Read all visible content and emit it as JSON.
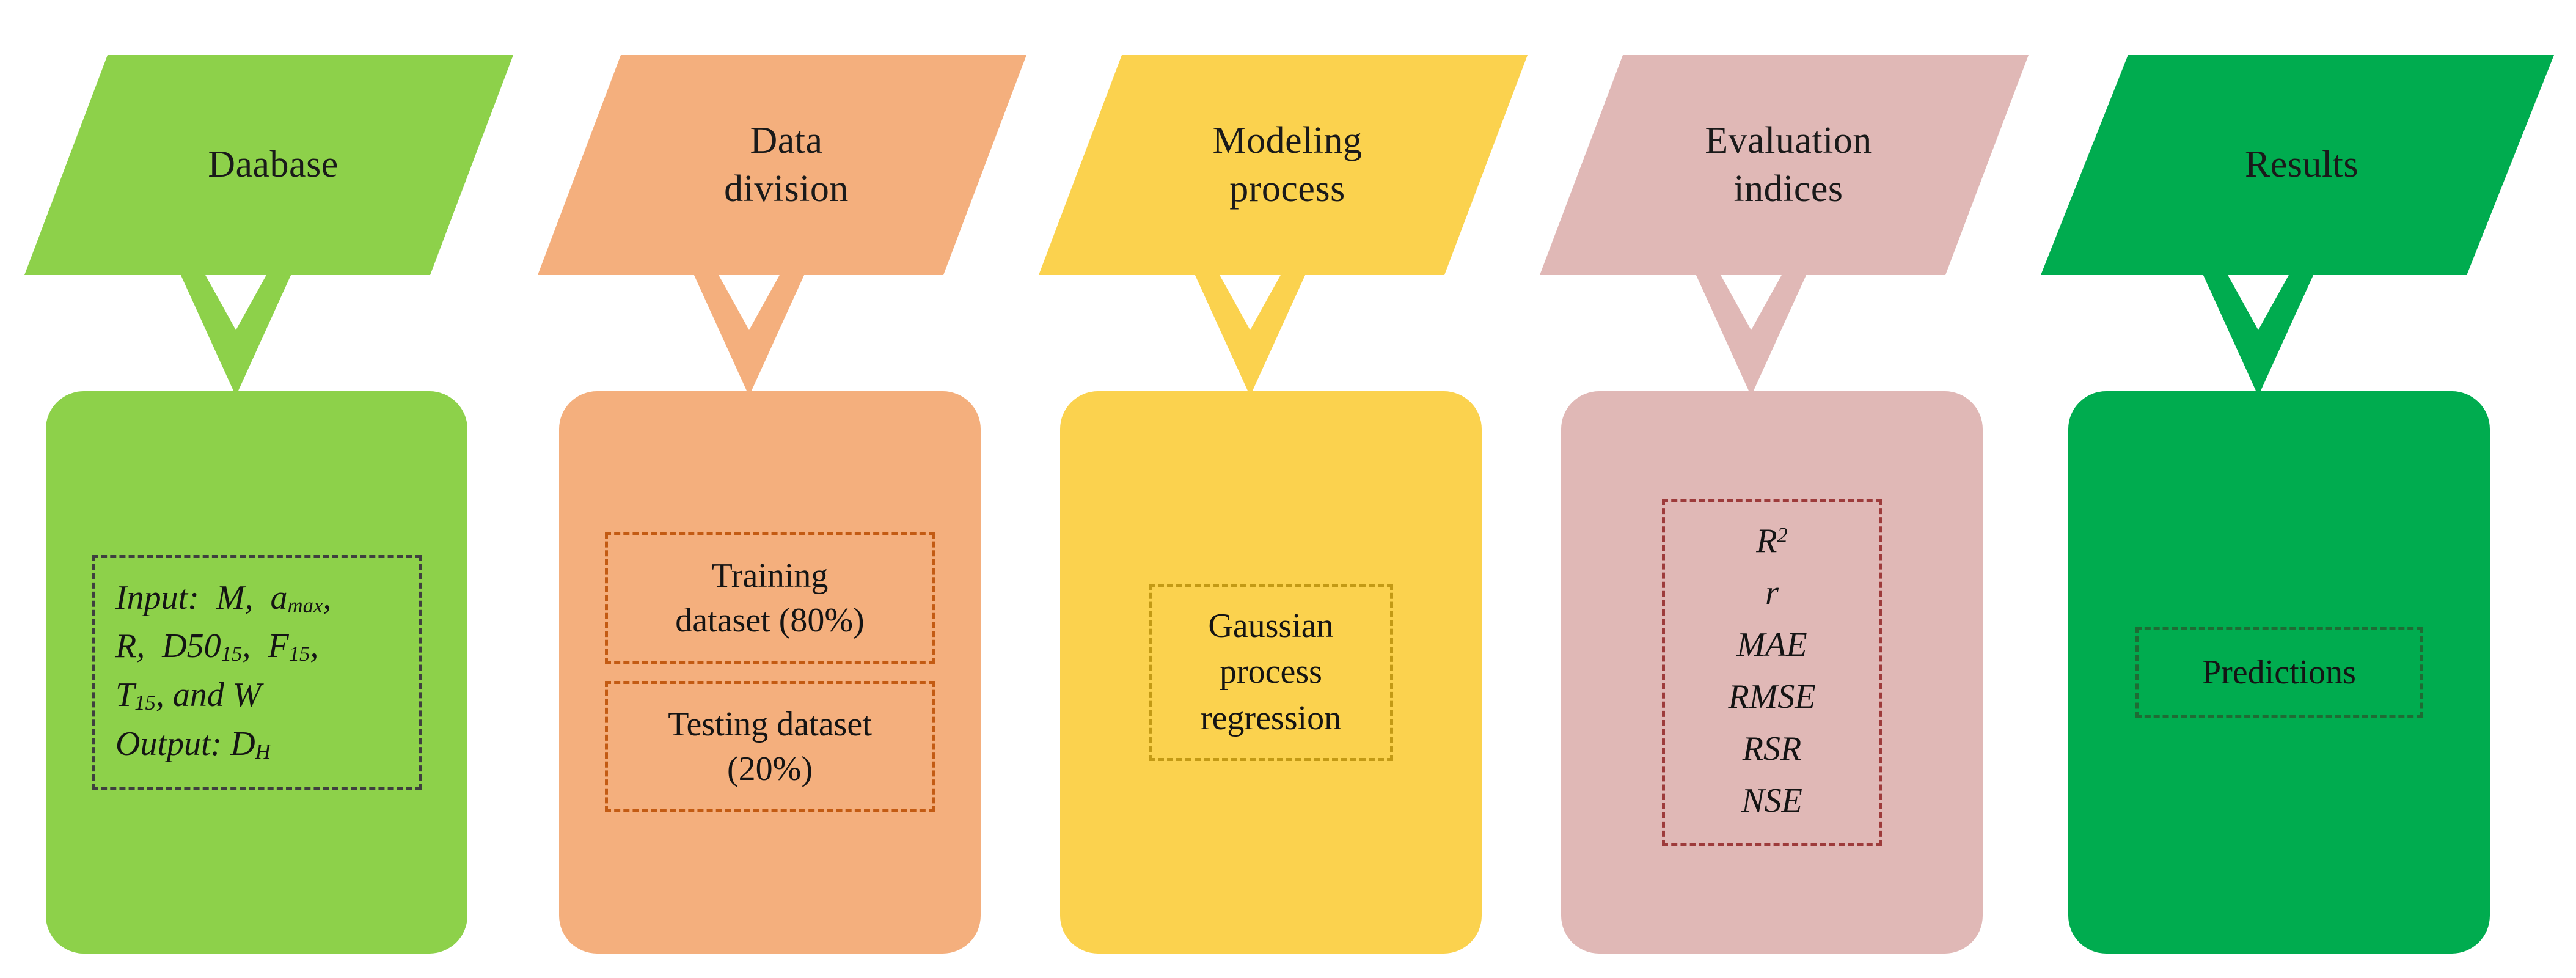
{
  "diagram": {
    "type": "flowchart",
    "title": "Gaussian process regression modeling workflow",
    "orientation": "left-to-right",
    "stages": [
      {
        "id": "database",
        "header_label": "Daabase",
        "header_shape": "parallelogram",
        "arrow": "chevron-down",
        "colors": {
          "fill": "#8DD14A",
          "dashed_border": "#3f3f3f"
        },
        "body": {
          "style": "dashed-box",
          "lines": [
            "Input:  M,  amax,",
            "R,   D5015,   F15,",
            "T15, and W",
            "Output: DH"
          ],
          "input_variables": [
            "M",
            "amax",
            "R",
            "D50_15",
            "F_15",
            "T_15",
            "W"
          ],
          "output_variables": [
            "D_H"
          ]
        }
      },
      {
        "id": "data-division",
        "header_label": "Data division",
        "header_line1": "Data",
        "header_line2": "division",
        "header_shape": "parallelogram",
        "arrow": "chevron-down",
        "colors": {
          "fill": "#F4AF7D",
          "dashed_border": "#c35b13"
        },
        "body": {
          "style": "dashed-box-stack",
          "boxes": [
            {
              "line1": "Training",
              "line2": "dataset (80%)",
              "percent": 80
            },
            {
              "line1": "Testing dataset",
              "line2": "(20%)",
              "percent": 20
            }
          ]
        }
      },
      {
        "id": "modeling-process",
        "header_label": "Modeling process",
        "header_line1": "Modeling",
        "header_line2": "process",
        "header_shape": "parallelogram",
        "arrow": "chevron-down",
        "colors": {
          "fill": "#FBD24E",
          "dashed_border": "#c39a15"
        },
        "body": {
          "style": "dashed-box",
          "lines": [
            "Gaussian",
            "process",
            "regression"
          ],
          "method": "Gaussian process regression"
        }
      },
      {
        "id": "evaluation-indices",
        "header_label": "Evaluation indices",
        "header_line1": "Evaluation",
        "header_line2": "indices",
        "header_shape": "parallelogram",
        "arrow": "chevron-down",
        "colors": {
          "fill": "#E0B8B6",
          "dashed_border": "#9d3b3b"
        },
        "body": {
          "style": "dashed-box-list",
          "indices": [
            "R2",
            "r",
            "MAE",
            "RMSE",
            "RSR",
            "NSE"
          ]
        }
      },
      {
        "id": "results",
        "header_label": "Results",
        "header_shape": "parallelogram",
        "arrow": "chevron-down",
        "colors": {
          "fill": "#00AC4F",
          "dashed_border": "#1f6b34"
        },
        "body": {
          "style": "dashed-box",
          "lines": [
            "Predictions"
          ],
          "label": "Predictions"
        }
      }
    ]
  },
  "labels": {
    "c1_l1_a": "Input:",
    "c1_l1_b": "M,",
    "c1_l1_c": "a",
    "c1_l1_c_sub": "max",
    "c1_l1_d": ",",
    "c1_l2_a": "R,",
    "c1_l2_b": "D50",
    "c1_l2_b_sub": "15",
    "c1_l2_c": ",",
    "c1_l2_d": "F",
    "c1_l2_d_sub": "15",
    "c1_l2_e": ",",
    "c1_l3_a": "T",
    "c1_l3_a_sub": "15",
    "c1_l3_b": ", and W",
    "c1_l4_a": "Output: D",
    "c1_l4_a_sub": "H",
    "c2_b1_l1": "Training",
    "c2_b1_l2": "dataset (80%)",
    "c2_b2_l1": "Testing dataset",
    "c2_b2_l2": "(20%)",
    "c3_l1": "Gaussian",
    "c3_l2": "process",
    "c3_l3": "regression",
    "c4_i1": "R",
    "c4_i1_sup": "2",
    "c4_i2": "r",
    "c4_i3": "MAE",
    "c4_i4": "RMSE",
    "c4_i5": "RSR",
    "c4_i6": "NSE",
    "c5_l1": "Predictions",
    "h1": "Daabase",
    "h2a": "Data",
    "h2b": "division",
    "h3a": "Modeling",
    "h3b": "process",
    "h4a": "Evaluation",
    "h4b": "indices",
    "h5": "Results"
  }
}
